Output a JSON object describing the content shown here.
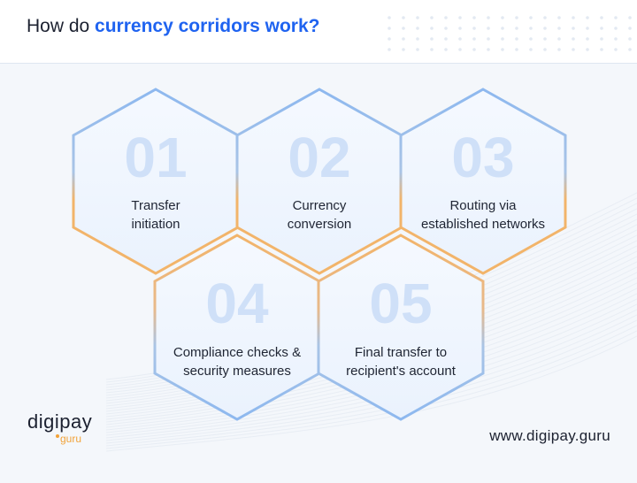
{
  "header": {
    "title_prefix": "How do ",
    "title_highlight": "currency corridors work?"
  },
  "steps": [
    {
      "number": "01",
      "line1": "Transfer",
      "line2": "initiation"
    },
    {
      "number": "02",
      "line1": "Currency",
      "line2": "conversion"
    },
    {
      "number": "03",
      "line1": "Routing via",
      "line2": "established networks"
    },
    {
      "number": "04",
      "line1": "Compliance checks &",
      "line2": "security measures"
    },
    {
      "number": "05",
      "line1": "Final transfer to",
      "line2": "recipient's account"
    }
  ],
  "footer": {
    "logo_main": "digipay",
    "logo_sub": "guru",
    "website": "www.digipay.guru"
  },
  "colors": {
    "accent_blue": "#1f63f0",
    "hex_blue": "#8db8ef",
    "hex_orange": "#f2b46a",
    "number_fill": "#cfe0f8"
  }
}
